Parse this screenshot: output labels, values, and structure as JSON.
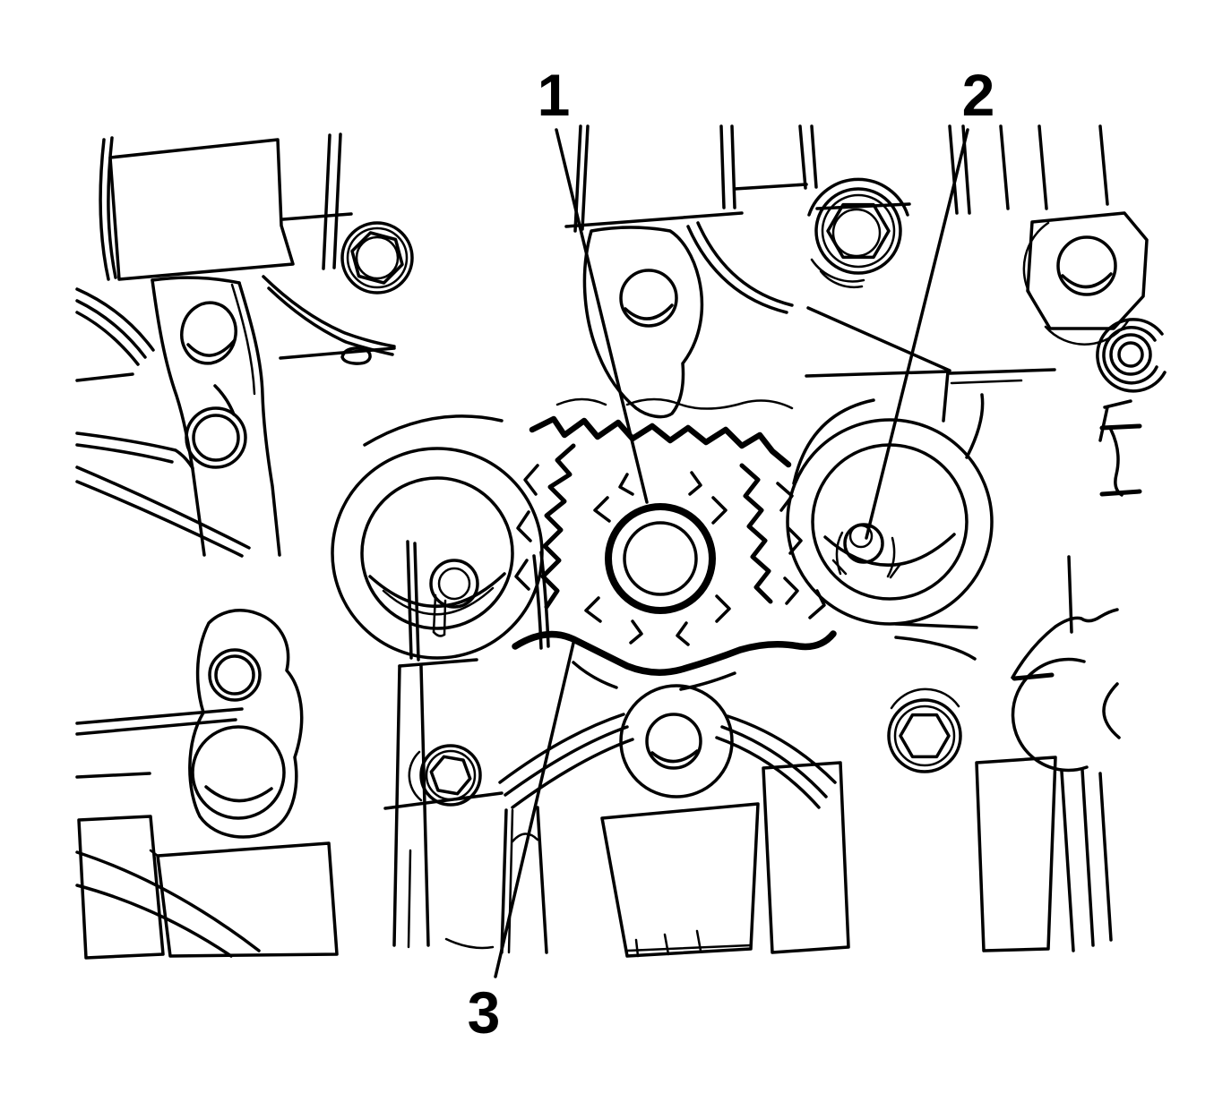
{
  "figure": {
    "background_color": "#ffffff",
    "line_color": "#000000",
    "callouts": [
      {
        "label": "1"
      },
      {
        "label": "2"
      },
      {
        "label": "3"
      }
    ]
  }
}
